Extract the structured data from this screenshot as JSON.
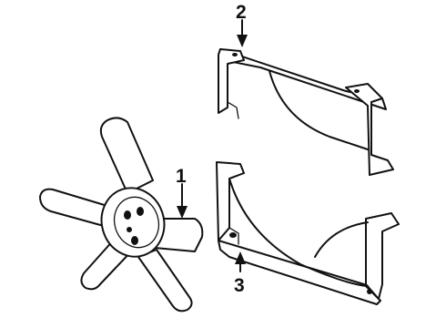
{
  "callouts": {
    "part_1": "1",
    "part_2": "2",
    "part_3": "3"
  }
}
